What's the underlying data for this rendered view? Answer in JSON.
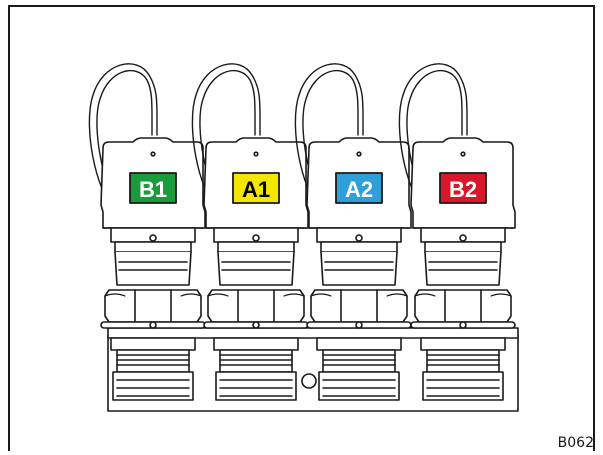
{
  "figure_code": "B062",
  "sensors": [
    {
      "label": "B1",
      "color": "#1a9b3c",
      "text_color": "#ffffff"
    },
    {
      "label": "A1",
      "color": "#f5e600",
      "text_color": "#000000"
    },
    {
      "label": "A2",
      "color": "#2f9fd8",
      "text_color": "#ffffff"
    },
    {
      "label": "B2",
      "color": "#d7182a",
      "text_color": "#ffffff"
    }
  ]
}
